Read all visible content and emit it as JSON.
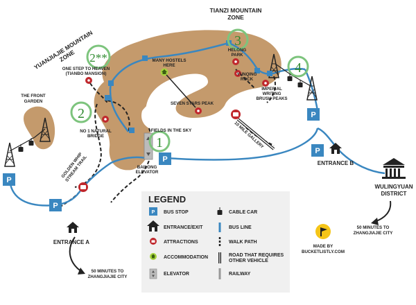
{
  "zones": {
    "tianzi_line1": "TIANZI MOUNTAIN",
    "tianzi_line2": "ZONE",
    "yuanjiajie_line1": "YUANJIAJIE MOUNTAIN",
    "yuanjiajie_line2": "ZONE"
  },
  "places": {
    "front_garden_line1": "THE FRONT",
    "front_garden_line2": "GARDEN",
    "one_step_line1": "ONE STEP TO HEAVEN",
    "one_step_line2": "(TIANBO MANSION)",
    "many_hostels_line1": "MANY HOSTELS",
    "many_hostels_line2": "HERE",
    "helong_line1": "HELONG",
    "helong_line2": "PARK",
    "yunqing": "YUNQING",
    "rock": "ROCK",
    "imperial_line1": "IMPERIAL",
    "imperial_line2": "WRITING",
    "imperial_line3": "BRUSH PEAKS",
    "seven_stars": "SEVEN STARS PEAK",
    "no1_line1": "NO 1 NATURAL",
    "no1_line2": "BRIDGE",
    "fields": "FIELDS IN THE SKY",
    "ten_mile": "10 MILE GALLERY",
    "bailong_line1": "BAILONG",
    "bailong_line2": "ELEVATOR",
    "golden_whip_line1": "GOLDEN WHIP",
    "golden_whip_line2": "STREAM TRAIL",
    "entrance_a": "ENTRANCE A",
    "entrance_b": "ENTRANCE B",
    "wulingyuan_line1": "WULINGYUAN",
    "wulingyuan_line2": "DISTRICT",
    "min50_b_line1": "50 MINUTES TO",
    "min50_b_line2": "ZHANGJIAJIE CITY",
    "min50_a_line1": "50 MINUTES TO",
    "min50_a_line2": "ZHANGJIAJIE CITY",
    "made_by_line1": "MADE BY",
    "made_by_line2": "BUCKETLISTLY.COM"
  },
  "numbered_spots": {
    "one": "1",
    "two": "2",
    "two_star": "2**",
    "three": "3",
    "four": "4"
  },
  "markers": {
    "bus_stop_letter": "P"
  },
  "legend": {
    "title": "LEGEND",
    "bus_stop": "BUS STOP",
    "entrance": "ENTRANCE/EXIT",
    "attractions": "ATTRACTIONS",
    "accommodation": "ACCOMMODATION",
    "elevator": "ELEVATOR",
    "cable_car": "CABLE CAR",
    "bus_line": "BUS LINE",
    "walk_path": "WALK PATH",
    "road_line1": "ROAD THAT REQUIRES",
    "road_line2": "OTHER VEHICLE",
    "railway": "RAILWAY"
  },
  "colors": {
    "terrain": "#c49a6c",
    "bus_line": "#3a87c0",
    "bus_stop": "#3a87c0",
    "attraction": "#c0282d",
    "accommodation": "#a6d23f",
    "circle_outline": "#7dc47d",
    "circle_number": "#2f8a2f",
    "legend_bg": "#f0f0f0"
  }
}
